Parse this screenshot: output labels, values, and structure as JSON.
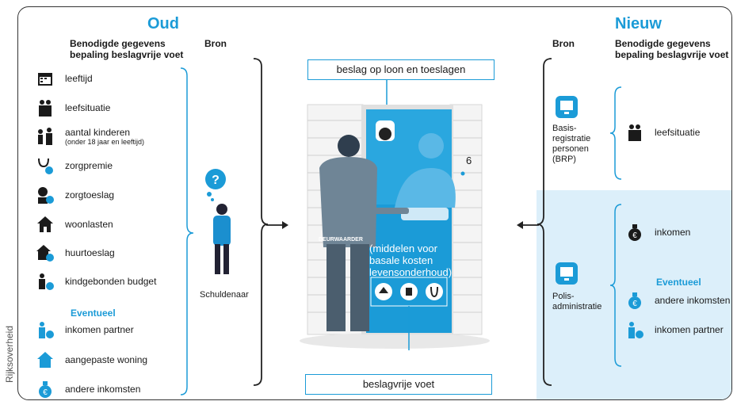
{
  "credit": "Rijksoverheid",
  "old": {
    "title": "Oud",
    "needed_header": "Benodigde gegevens\nbepaling beslagvrije voet",
    "source_header": "Bron",
    "items": [
      {
        "label": "leeftijd",
        "icon": "calendar-icon"
      },
      {
        "label": "leefsituatie",
        "icon": "couple-icon"
      },
      {
        "label": "aantal kinderen",
        "sub": "(onder 18 jaar en leeftijd)",
        "icon": "family-icon"
      },
      {
        "label": "zorgpremie",
        "icon": "stethoscope-coins-icon"
      },
      {
        "label": "zorgtoeslag",
        "icon": "person-coins-icon"
      },
      {
        "label": "woonlasten",
        "icon": "house-icon"
      },
      {
        "label": "huurtoeslag",
        "icon": "house-coins-icon"
      },
      {
        "label": "kindgebonden budget",
        "icon": "child-coins-icon"
      }
    ],
    "eventueel": "Eventueel",
    "optional_items": [
      {
        "label": "inkomen partner",
        "icon": "partner-coins-icon"
      },
      {
        "label": "aangepaste woning",
        "icon": "adapted-house-icon"
      },
      {
        "label": "andere inkomsten",
        "icon": "money-bag-icon"
      }
    ],
    "source_label": "Schuldenaar"
  },
  "center": {
    "top_box": "beslag op loon en toeslagen",
    "bottom_box": "beslagvrije voet",
    "deurwaarder": "DEURWAARDER",
    "door_number": "6",
    "door_text": "(middelen voor\nbasale kosten\nlevensonderhoud)"
  },
  "new": {
    "title": "Nieuw",
    "source_header": "Bron",
    "needed_header": "Benodigde gegevens\nbepaling beslagvrije voet",
    "brp_label": "Basis-\nregistratie\npersonen\n(BRP)",
    "brp_items": [
      {
        "label": "leefsituatie",
        "icon": "couple-icon"
      }
    ],
    "polis_label": "Polis-\nadministratie",
    "polis_items": [
      {
        "label": "inkomen",
        "icon": "money-bag-icon"
      }
    ],
    "eventueel": "Eventueel",
    "polis_optional": [
      {
        "label": "andere inkomsten",
        "icon": "money-bag-icon"
      },
      {
        "label": "inkomen partner",
        "icon": "partner-coins-icon"
      }
    ]
  },
  "colors": {
    "accent": "#1b9bd7",
    "dark": "#1a1a1a",
    "panel": "#dceffa"
  }
}
